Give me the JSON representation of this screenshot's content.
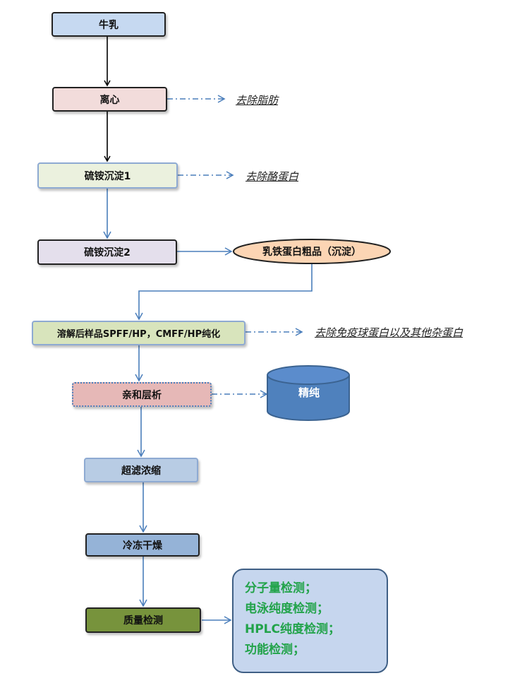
{
  "steps": {
    "milk": "牛乳",
    "centrifuge": "离心",
    "precip1": "硫铵沉淀1",
    "precip2": "硫铵沉淀2",
    "crude": "乳铁蛋白粗品（沉淀）",
    "dissolve": "溶解后样品SPFF/HP，CMFF/HP纯化",
    "affinity": "亲和层析",
    "pure": "精纯",
    "ultrafilt": "超滤浓缩",
    "freezedry": "冷冻干燥",
    "qc": "质量检测"
  },
  "notes": {
    "remove_fat": "去除脂肪",
    "remove_casein": "去除酪蛋白",
    "remove_others": "去除免疫球蛋白以及其他杂蛋白"
  },
  "qc_items": [
    "分子量检测；",
    "电泳纯度检测；",
    "HPLC纯度检测；",
    "功能检测；"
  ],
  "colors": {
    "milk_fill": "#c6d9f1",
    "centrifuge_fill": "#f2dcdb",
    "precip1_fill": "#ebf1de",
    "precip2_fill": "#e4dfec",
    "crude_fill": "#fcd5b4",
    "dissolve_fill": "#d8e4bc",
    "affinity_fill": "#e6b8b7",
    "ultrafilt_fill": "#b8cce4",
    "freezedry_fill": "#95b3d7",
    "qc_fill": "#77933c",
    "cylinder_fill": "#4f81bd",
    "arrow_blue": "#4a7ebb"
  }
}
